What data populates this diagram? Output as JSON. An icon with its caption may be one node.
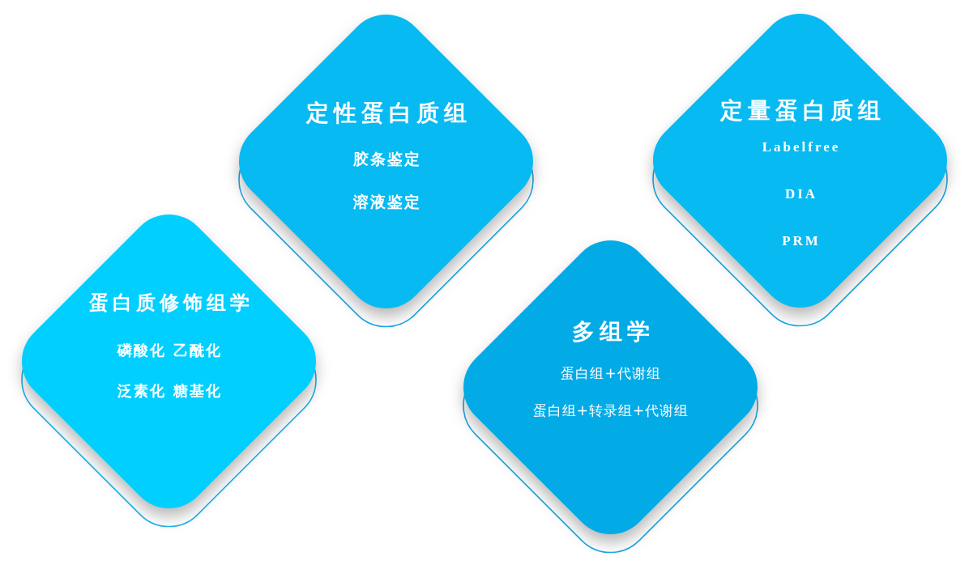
{
  "diagram": {
    "nodes": [
      {
        "text": [
          "定性蛋白质组",
          "胶条鉴定",
          "溶液鉴定"
        ]
      },
      {
        "text": [
          "定量蛋白质组",
          "Labelfree",
          "DIA",
          "PRM"
        ]
      },
      {
        "text": [
          "蛋白质修饰组学",
          "磷酸化 乙酰化",
          "泛素化 糖基化"
        ]
      },
      {
        "text": [
          "多组学",
          "蛋白组+代谢组",
          "蛋白组+转录组+代谢组"
        ]
      }
    ]
  }
}
